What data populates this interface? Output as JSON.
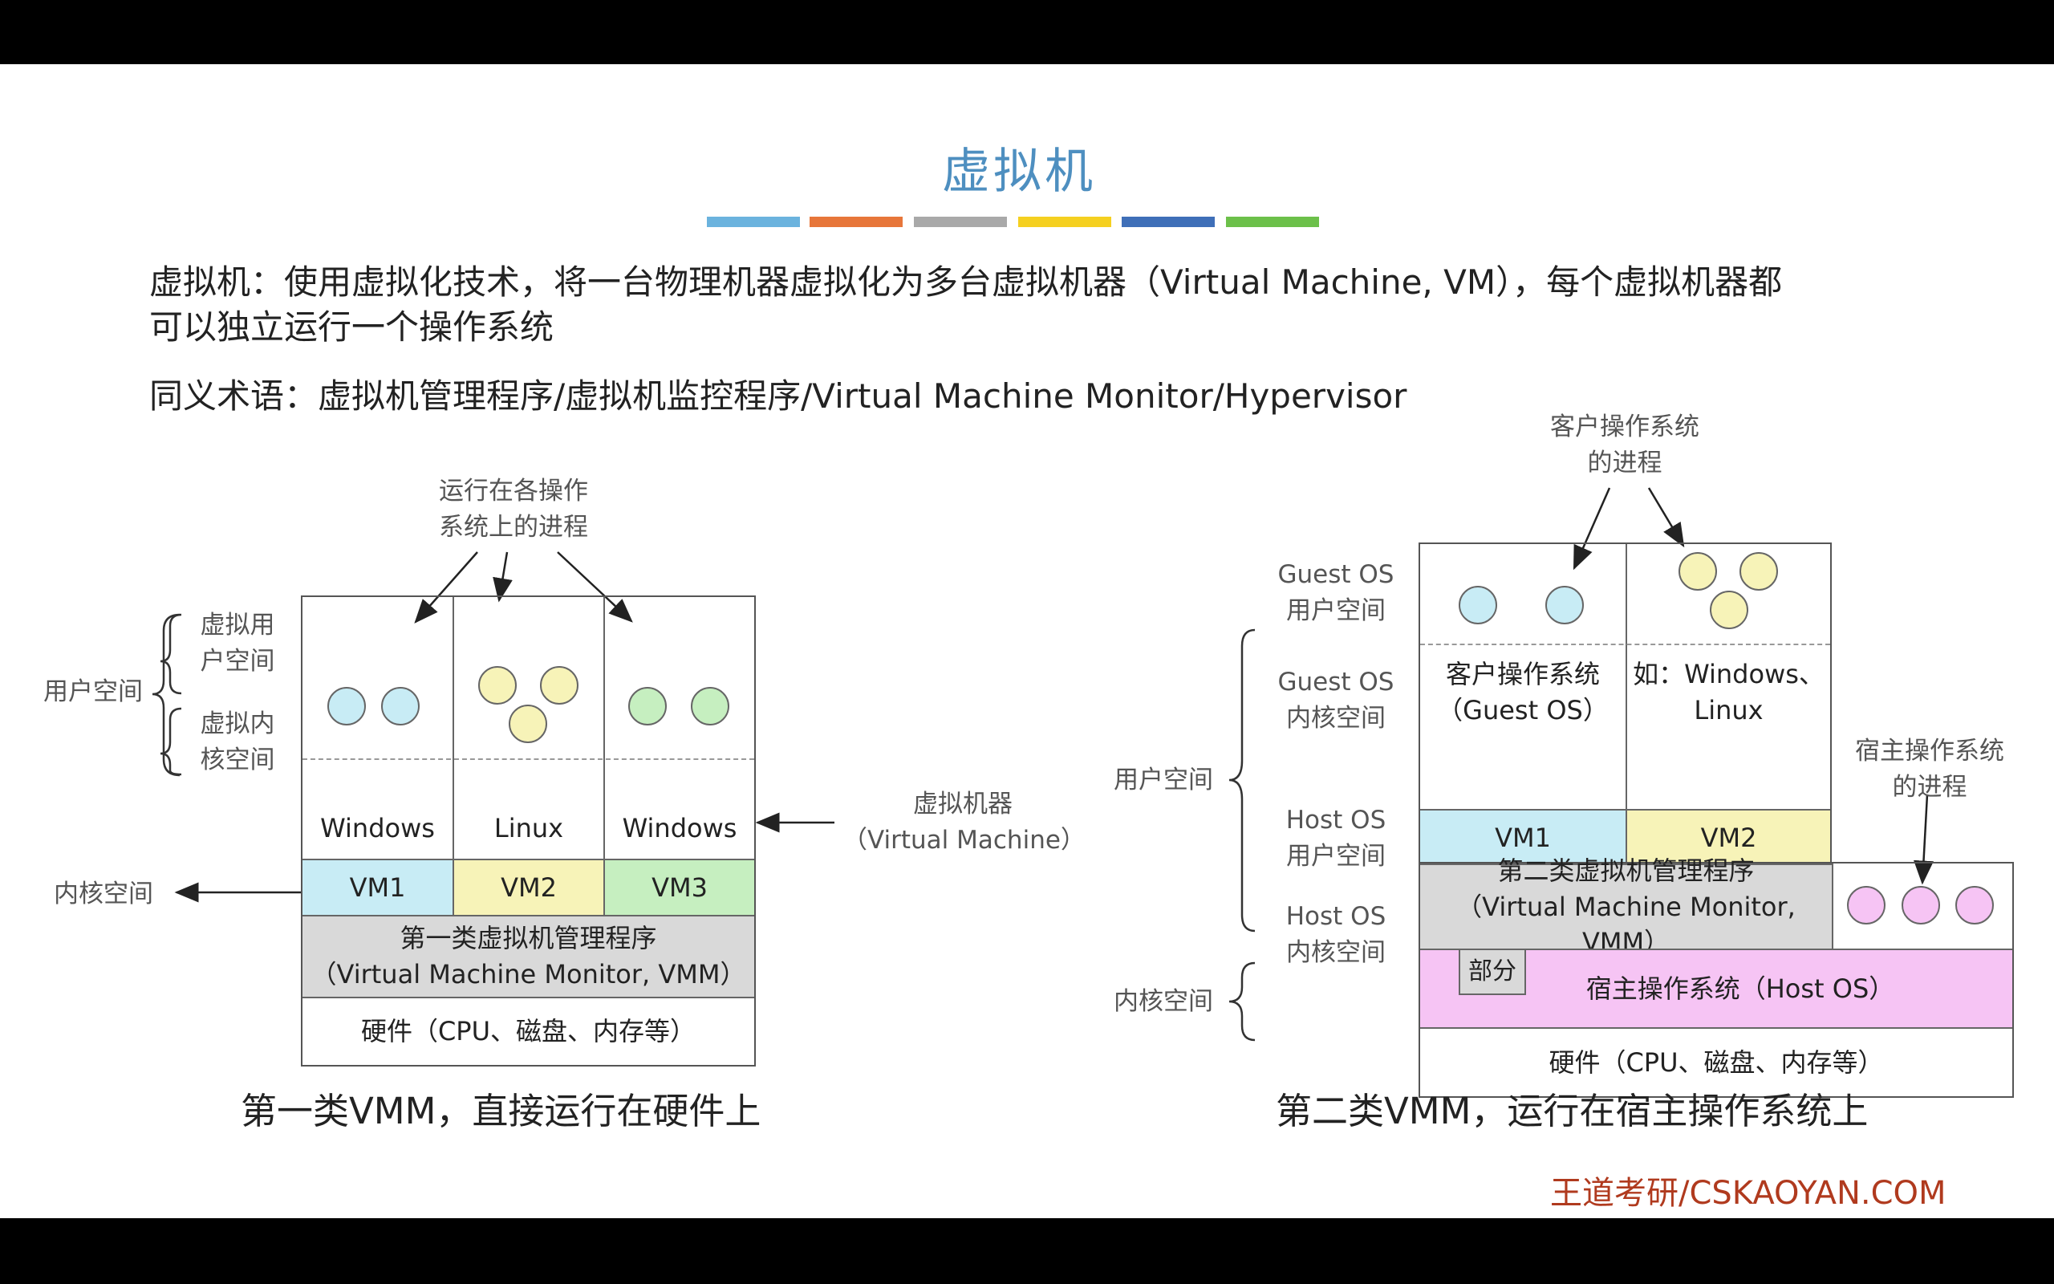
{
  "title": "虚拟机",
  "accent_colors": [
    "#6bb3de",
    "#e7763a",
    "#a9a9a9",
    "#f5d020",
    "#3f6fb8",
    "#6cc04a"
  ],
  "definition": "虚拟机：使用虚拟化技术，将一台物理机器虚拟化为多台虚拟机器（Virtual Machine, VM），每个虚拟机器都",
  "definition_cont": "可以独立运行一个操作系统",
  "synonyms": "同义术语：虚拟机管理程序/虚拟机监控程序/Virtual Machine Monitor/Hypervisor",
  "left": {
    "process_note_1": "运行在各操作",
    "process_note_2": "系统上的进程",
    "virtual_user_1": "虚拟用",
    "virtual_user_2": "户空间",
    "virtual_kernel_1": "虚拟内",
    "virtual_kernel_2": "核空间",
    "user_space": "用户空间",
    "kernel_space": "内核空间",
    "os": [
      "Windows",
      "Linux",
      "Windows"
    ],
    "vms": [
      "VM1",
      "VM2",
      "VM3"
    ],
    "vmm_1": "第一类虚拟机管理程序",
    "vmm_2": "（Virtual Machine Monitor, VMM）",
    "hardware": "硬件（CPU、磁盘、内存等）",
    "vm_label_1": "虚拟机器",
    "vm_label_2": "（Virtual Machine）",
    "caption": "第一类VMM，直接运行在硬件上"
  },
  "right": {
    "guest_proc_1": "客户操作系统",
    "guest_proc_2": "的进程",
    "guest_user_1": "Guest OS",
    "guest_user_2": "用户空间",
    "guest_kernel_1": "Guest OS",
    "guest_kernel_2": "内核空间",
    "host_user_1": "Host OS",
    "host_user_2": "用户空间",
    "host_kernel_1": "Host OS",
    "host_kernel_2": "内核空间",
    "user_space": "用户空间",
    "kernel_space": "内核空间",
    "guest_os_1": "客户操作系统",
    "guest_os_2": "（Guest OS）",
    "example_1": "如：Windows、",
    "example_2": "Linux",
    "vms": [
      "VM1",
      "VM2"
    ],
    "vmm_1": "第二类虚拟机管理程序",
    "vmm_2": "（Virtual Machine Monitor, VMM）",
    "host_proc_1": "宿主操作系统",
    "host_proc_2": "的进程",
    "partial": "部分",
    "host_os": "宿主操作系统（Host OS）",
    "hardware": "硬件（CPU、磁盘、内存等）",
    "caption": "第二类VMM，运行在宿主操作系统上"
  },
  "footer": "王道考研/CSKAOYAN.COM"
}
